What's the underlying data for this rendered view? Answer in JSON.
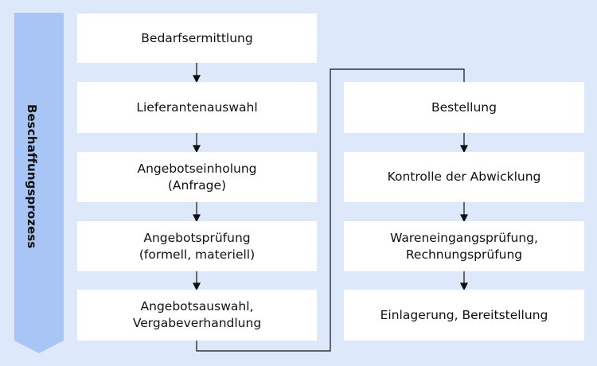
{
  "process": {
    "label": "Beschaffungsprozess",
    "accent_color": "#a9c5f5",
    "background_color": "#dde8fb",
    "left_steps": [
      "Bedarfsermittlung",
      "Lieferantenauswahl",
      "Angebotseinholung\n(Anfrage)",
      "Angebotsprüfung\n(formell, materiell)",
      "Angebotsauswahl,\nVergabeverhandlung"
    ],
    "right_steps": [
      "Bestellung",
      "Kontrolle der Abwicklung",
      "Wareneingangsprüfung,\nRechnungsprüfung",
      "Einlagerung, Bereitstellung"
    ]
  }
}
